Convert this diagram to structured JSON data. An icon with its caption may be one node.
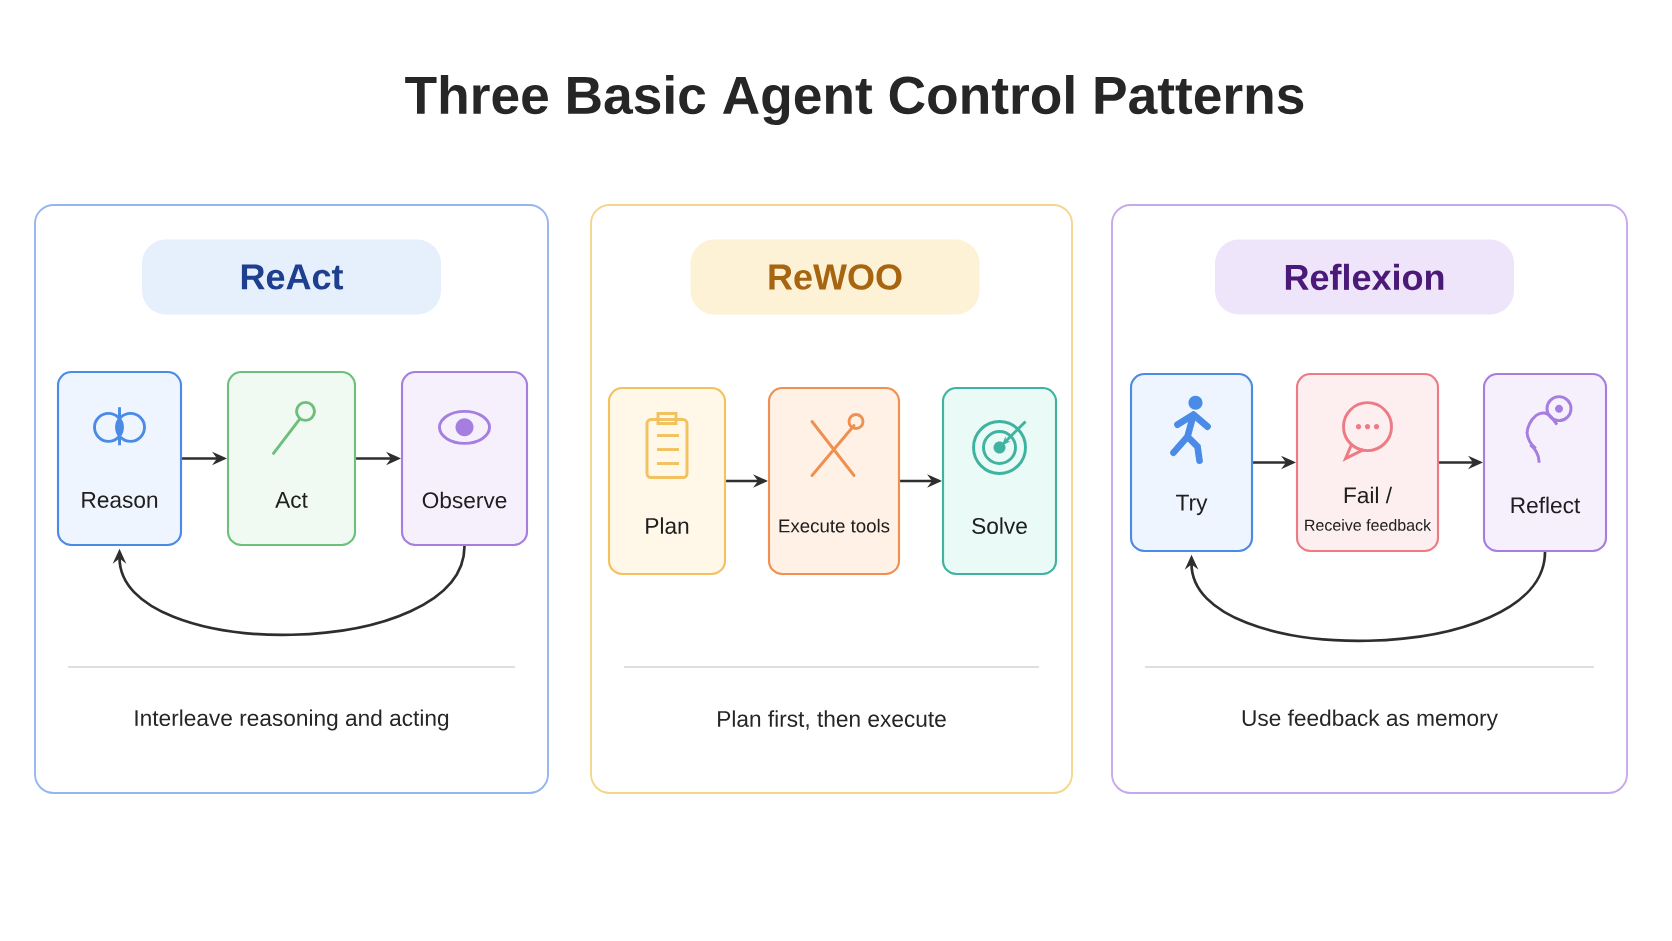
{
  "diagram": {
    "title": "Three Basic Agent Control Patterns",
    "nodes": [
      {
        "text": [
          "Interleave reasoning and acting"
        ]
      },
      {
        "text": [
          "ReAct"
        ],
        "in": 0
      },
      {
        "text": [
          "Reason"
        ],
        "in": 0
      },
      {
        "text": [
          "Act"
        ],
        "in": 0
      },
      {
        "text": [
          "Observe"
        ],
        "in": 0
      },
      {
        "text": [
          "Plan first, then execute"
        ]
      },
      {
        "text": [
          "ReWOO"
        ],
        "in": 5
      },
      {
        "text": [
          "Plan"
        ],
        "in": 5
      },
      {
        "text": [
          "Execute tools"
        ],
        "in": 5
      },
      {
        "text": [
          "Solve"
        ],
        "in": 5
      },
      {
        "text": [
          "Use feedback as memory"
        ]
      },
      {
        "text": [
          "Reflexion"
        ],
        "in": 10
      },
      {
        "text": [
          "Try"
        ],
        "in": 10
      },
      {
        "text": [
          "Fail /",
          "Receive feedback"
        ],
        "in": 10
      },
      {
        "text": [
          "Reflect"
        ],
        "in": 10
      }
    ],
    "edges": [
      {
        "from": 2,
        "to": 3,
        "arrow": "to"
      },
      {
        "from": 3,
        "to": 4,
        "arrow": "to"
      },
      {
        "from": 4,
        "to": 2,
        "arrow": "to"
      },
      {
        "from": 7,
        "to": 8,
        "arrow": "to"
      },
      {
        "from": 8,
        "to": 9,
        "arrow": "to"
      },
      {
        "from": 12,
        "to": 13,
        "arrow": "to"
      },
      {
        "from": 13,
        "to": 14,
        "arrow": "to"
      },
      {
        "from": 14,
        "to": 12,
        "arrow": "to"
      }
    ]
  }
}
